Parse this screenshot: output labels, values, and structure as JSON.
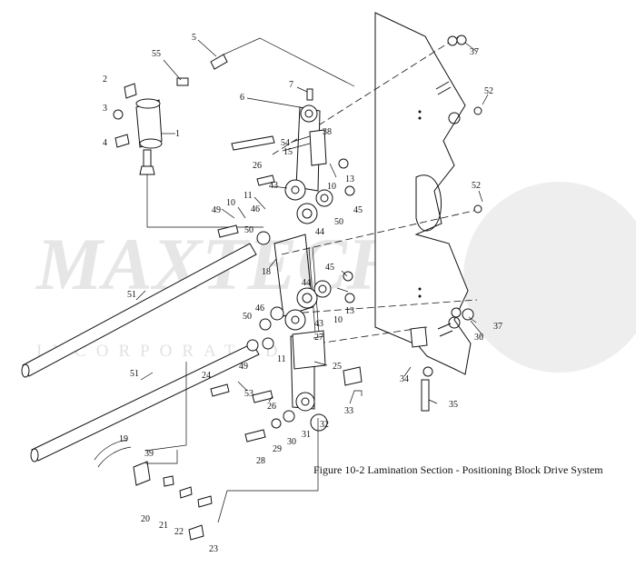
{
  "caption": "Figure 10-2 Lamination Section - Positioning Block Drive System",
  "watermark": {
    "brand": "MAXTECH",
    "subtitle": "INCORPORATED"
  },
  "part_labels": [
    "1",
    "2",
    "3",
    "4",
    "5",
    "6",
    "7",
    "10",
    "10",
    "10",
    "11",
    "11",
    "13",
    "13",
    "15",
    "18",
    "19",
    "20",
    "21",
    "22",
    "23",
    "24",
    "25",
    "26",
    "26",
    "27",
    "28",
    "29",
    "30",
    "31",
    "32",
    "33",
    "34",
    "35",
    "36",
    "37",
    "37",
    "38",
    "39",
    "43",
    "43",
    "44",
    "44",
    "45",
    "45",
    "46",
    "46",
    "49",
    "49",
    "50",
    "50",
    "50",
    "51",
    "51",
    "52",
    "52",
    "53",
    "54",
    "55"
  ]
}
